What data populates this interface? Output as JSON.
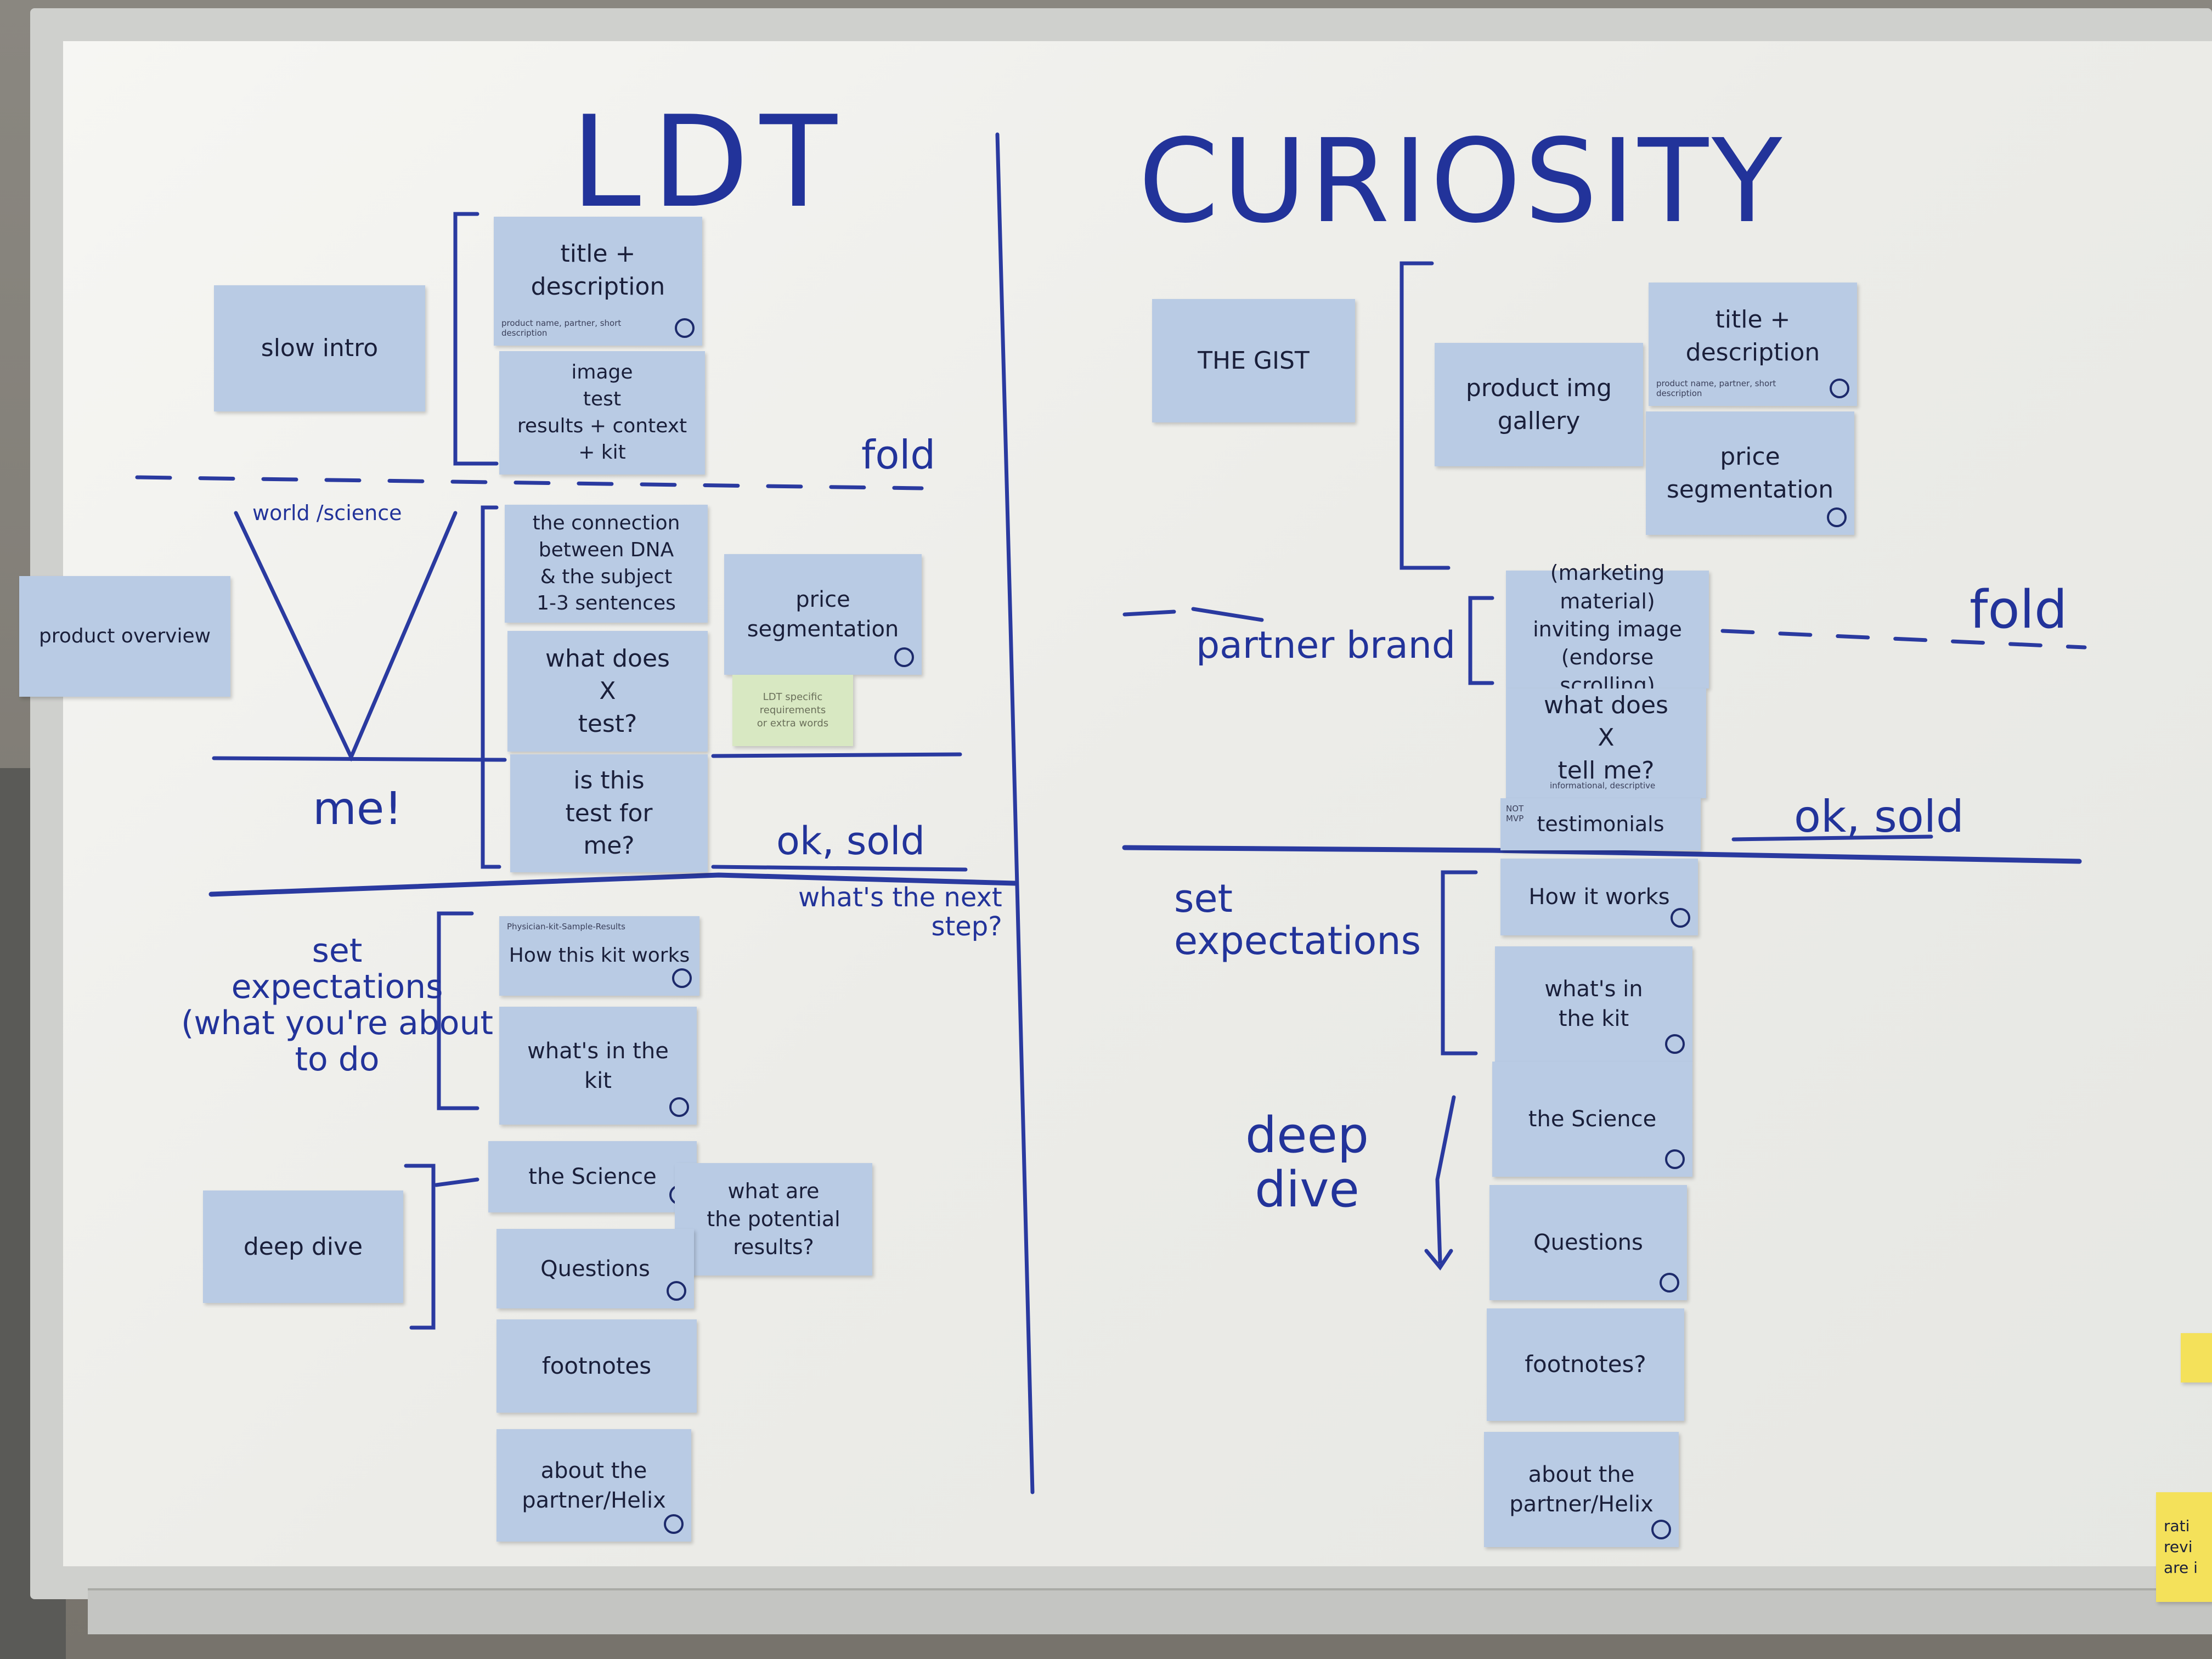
{
  "left": {
    "title": "LDT",
    "labels": {
      "slow_intro": "slow intro",
      "product_overview": "product overview",
      "deep_dive": "deep dive",
      "world_science": "world /science",
      "me": "me!",
      "fold": "fold",
      "ok_sold": "ok, sold",
      "next_step": "what's the next\nstep?",
      "set_expectations": "set\nexpectations\n(what you're about\nto do"
    },
    "notes": {
      "title_desc": "title +\ndescription",
      "title_desc_small": "product name, partner, short description",
      "image": "image\ntest\nresults + context\n+ kit",
      "connection": "the connection\nbetween DNA\n& the subject\n1-3 sentences",
      "price_seg": "price\nsegmentation",
      "what_does_test": "what does\nX\ntest?",
      "ldt_specific": "LDT specific\nrequirements\nor extra words",
      "is_this_test": "is this\ntest for\nme?",
      "how_it_works": "How this kit works",
      "how_it_works_small": "Physician-kit-Sample-Results",
      "whats_in_kit": "what's in the\nkit",
      "the_science": "the Science",
      "potential_results": "what are\nthe potential\nresults?",
      "questions": "Questions",
      "footnotes": "footnotes",
      "about_partner": "about the\npartner/Helix"
    }
  },
  "right": {
    "title": "CURIOSITY",
    "labels": {
      "the_gist": "THE GIST",
      "partner_brand": "partner brand",
      "fold": "fold",
      "ok_sold": "ok, sold",
      "set_expectations": "set\nexpectations",
      "deep_dive": "deep\ndive"
    },
    "notes": {
      "title_desc": "title +\ndescription",
      "title_desc_small": "product name, partner, short description",
      "product_img_gallery": "product img\ngallery",
      "price_seg": "price\nsegmentation",
      "inviting_image": "(marketing material)\ninviting image\n(endorse scrolling)",
      "what_does_tell": "what does\nX\ntell me?",
      "what_does_tell_small": "informational, descriptive",
      "testimonials": "testimonials",
      "testimonials_small": "NOT MVP",
      "how_it_works": "How it works",
      "whats_in_kit": "what's in\nthe kit",
      "the_science": "the Science",
      "questions": "Questions",
      "footnotes": "footnotes?",
      "about_partner": "about the\npartner/Helix"
    }
  },
  "edge_note": "rati\nrevi\nare i",
  "colors": {
    "ink": "#22339a",
    "sticky_blue": "#b9cbe4",
    "sticky_green": "#d8e8c2",
    "sticky_yellow": "#f4e15a"
  }
}
